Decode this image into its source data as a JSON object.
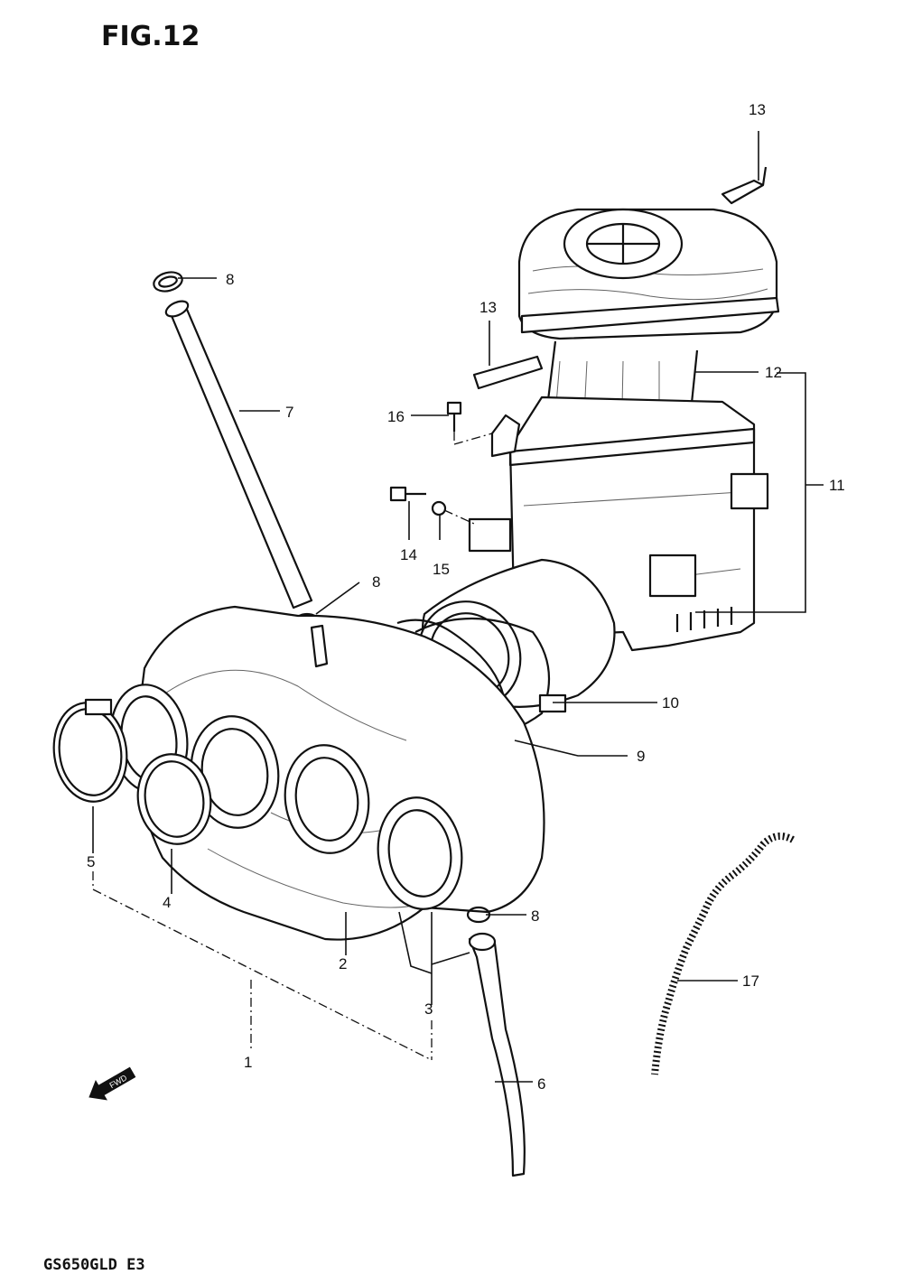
{
  "title": "FIG.12",
  "model_code": "GS650GLD E3",
  "fwd_arrow": "FWD",
  "callouts": [
    "1",
    "2",
    "3",
    "4",
    "5",
    "6",
    "7",
    "8",
    "8",
    "8",
    "9",
    "10",
    "11",
    "12",
    "13",
    "13",
    "14",
    "15",
    "16",
    "17"
  ]
}
